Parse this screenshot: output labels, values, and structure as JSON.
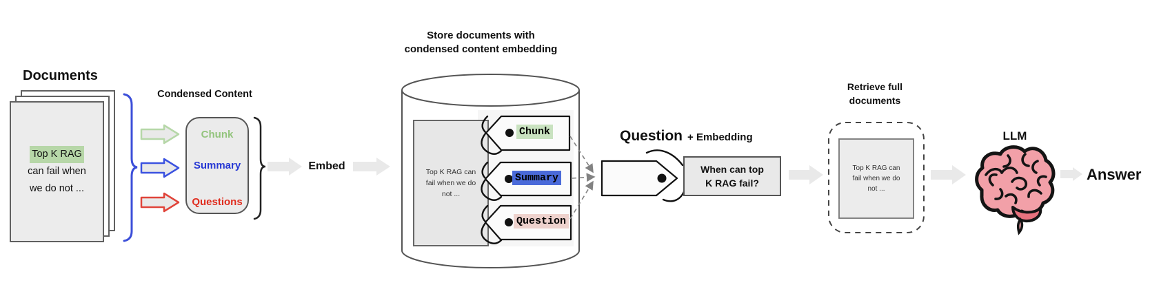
{
  "palette": {
    "page_fill": "#ececec",
    "page_border": "#606060",
    "highlight_green": "#b7d7a8",
    "brace_blue": "#3c4fd9",
    "brace_black": "#222222",
    "flow_arrow_gray": "#e9e9e9",
    "arrow_green_border": "#b6d7a8",
    "arrow_blue_border": "#3b52e0",
    "arrow_red_border": "#e0443a",
    "chunk_text": "#93c47d",
    "summary_text": "#2638d4",
    "questions_text": "#e02d1f",
    "tag_chunk_bg": "#c9e2c0",
    "tag_summary_bg": "#4a6ad9",
    "tag_question_bg": "#eed2cd",
    "tag_fill": "#fbfbfb",
    "brain_pink": "#f2a0a8",
    "brain_dark_pink": "#e8727e"
  },
  "documents": {
    "title": "Documents",
    "page_line_highlighted": "Top K RAG",
    "page_line_2": "can fail when",
    "page_line_3": "we do not ..."
  },
  "condensed": {
    "label": "Condensed Content",
    "items": [
      {
        "label": "Chunk"
      },
      {
        "label": "Summary"
      },
      {
        "label": "Questions"
      }
    ]
  },
  "embed": {
    "label": "Embed"
  },
  "store": {
    "title": "Store documents with\ncondensed content embedding",
    "document_text": "Top K RAG can\nfail when we do\nnot ...",
    "tags": [
      {
        "label": "Chunk"
      },
      {
        "label": "Summary"
      },
      {
        "label": "Question"
      }
    ]
  },
  "query": {
    "label_main": "Question",
    "label_suffix": "+ Embedding",
    "box_text": "When can top\nK RAG fail?"
  },
  "retrieve": {
    "title": "Retrieve full\ndocuments",
    "document_text": "Top K RAG can\nfail when we do\nnot ..."
  },
  "llm": {
    "label": "LLM"
  },
  "answer": {
    "label": "Answer"
  }
}
